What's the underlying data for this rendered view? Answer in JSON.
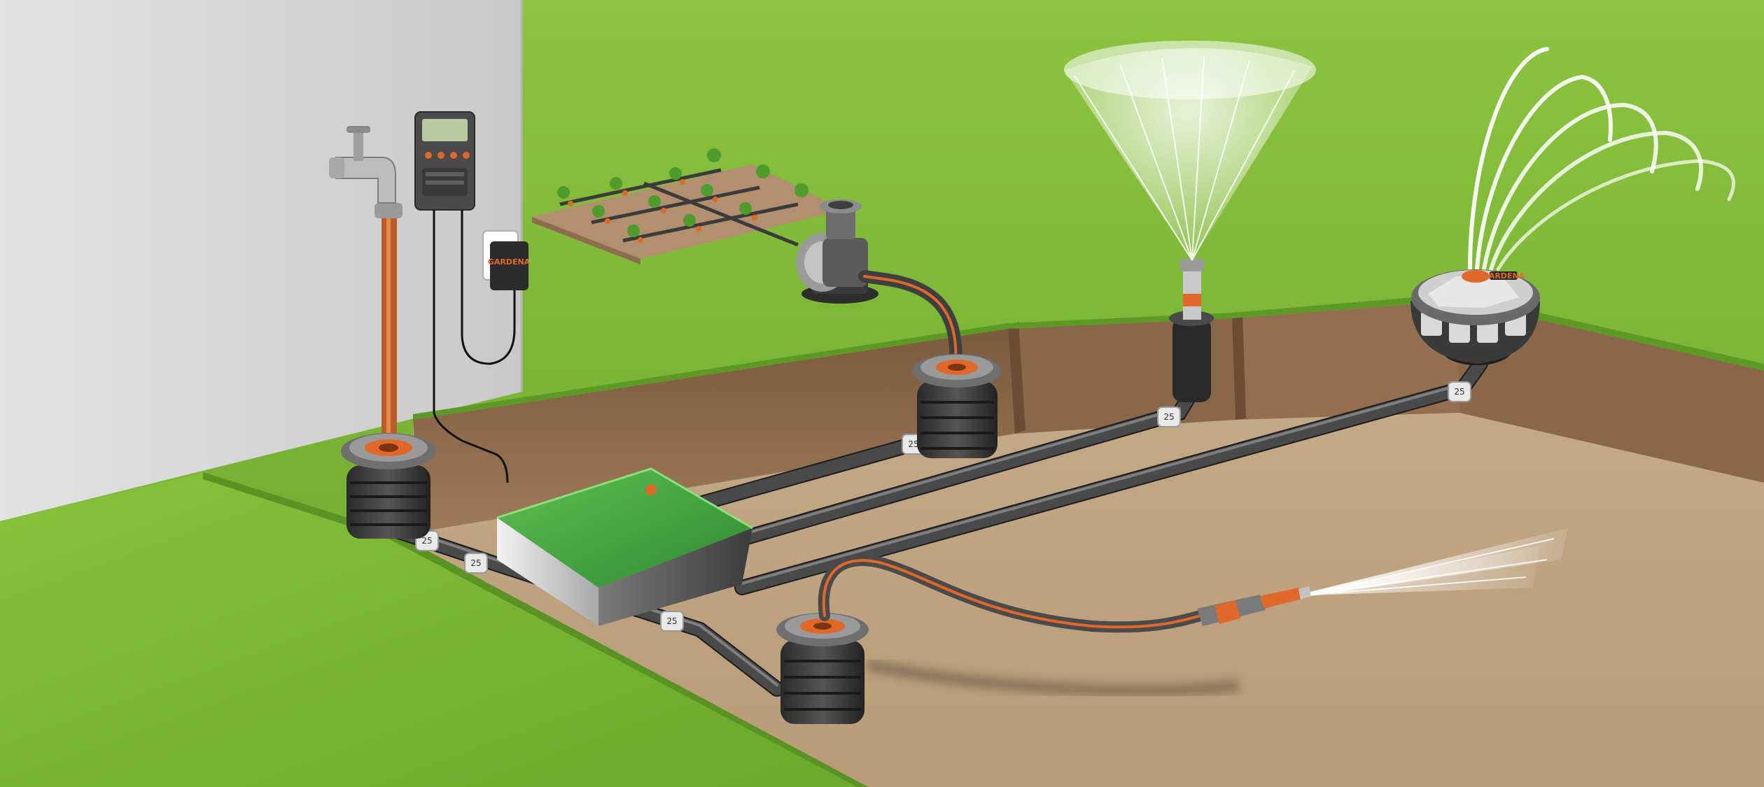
{
  "diagram": {
    "colors": {
      "wall": "#d9d9d9",
      "grass": "#7db83a",
      "grass_dark": "#5d9a24",
      "soil": "#c9b08f",
      "soil_cut": "#8d6a4c",
      "pipe": "#4a4a4a",
      "hose_accent": "#e0682a",
      "valve_box": "#3d9b3a",
      "water": "#ffffff"
    },
    "components": [
      {
        "id": "water-tap",
        "icon": "faucet-icon"
      },
      {
        "id": "irrigation-controller",
        "icon": "controller-icon",
        "lcd_text": ""
      },
      {
        "id": "power-plug",
        "icon": "plug-icon",
        "brand_text": "GARDENA"
      },
      {
        "id": "drip-irrigation-bed",
        "icon": "plant-icon"
      },
      {
        "id": "pump",
        "icon": "pump-icon"
      },
      {
        "id": "water-connector-box-left",
        "icon": "connector-box-icon"
      },
      {
        "id": "water-connector-box-center",
        "icon": "connector-box-icon"
      },
      {
        "id": "water-connector-box-front",
        "icon": "connector-box-icon"
      },
      {
        "id": "valve-box",
        "icon": "valve-box-icon"
      },
      {
        "id": "pop-up-sprinkler",
        "icon": "sprinkler-icon"
      },
      {
        "id": "oscillating-sprinkler",
        "icon": "sprinkler-icon",
        "brand_text": "GARDENA"
      },
      {
        "id": "spray-nozzle",
        "icon": "nozzle-icon"
      }
    ],
    "fitting_labels": [
      "25",
      "25",
      "25",
      "25",
      "25",
      "25"
    ]
  }
}
